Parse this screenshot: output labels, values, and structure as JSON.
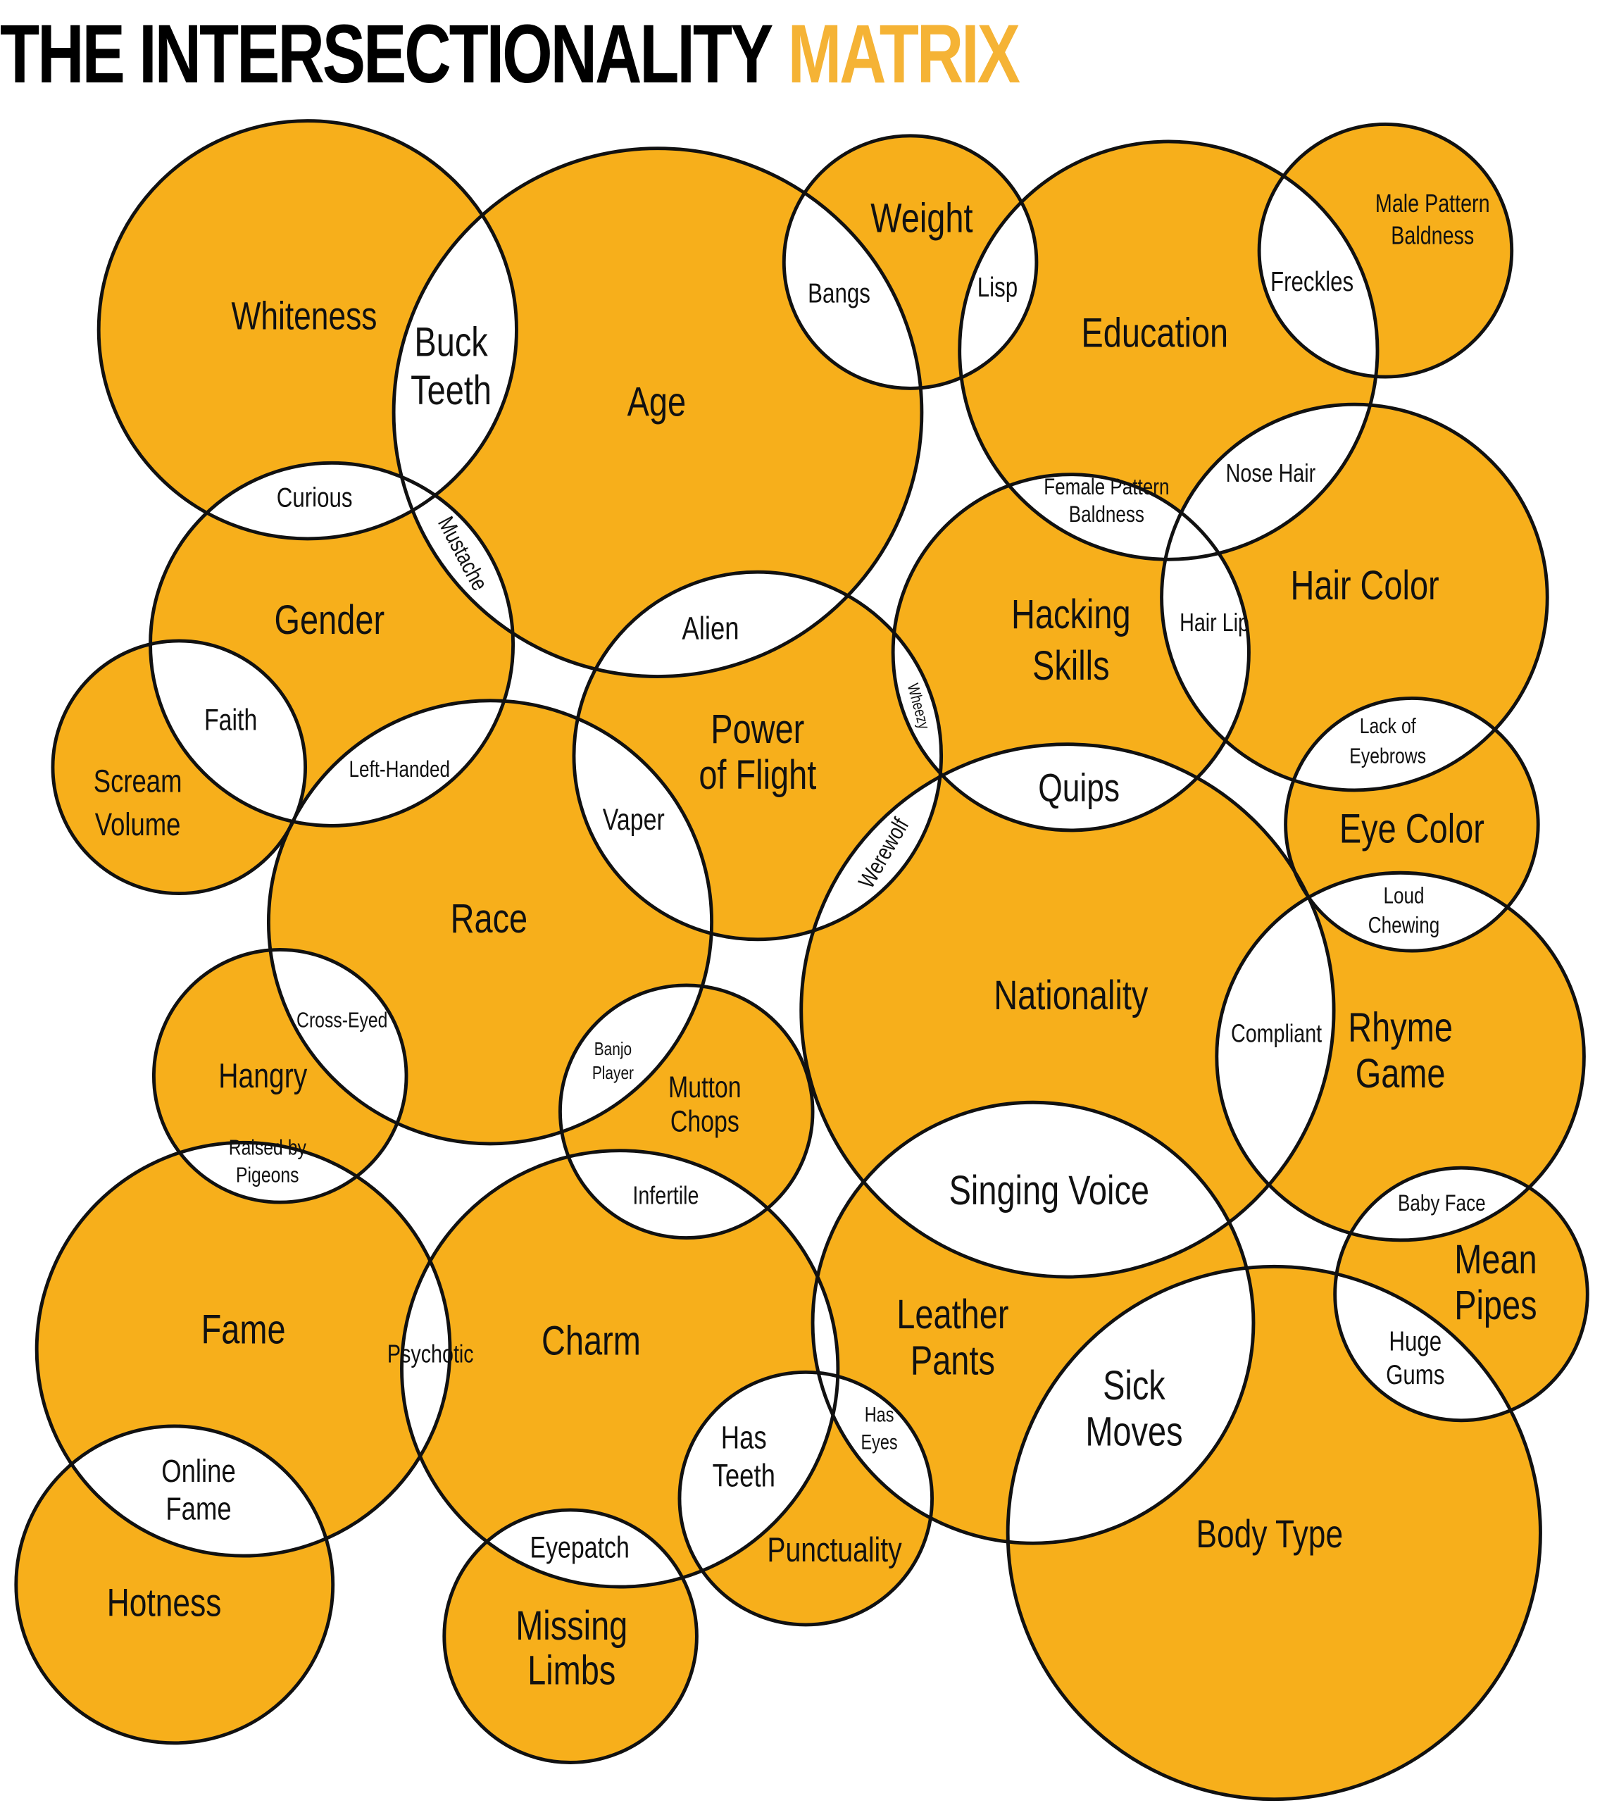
{
  "title": {
    "main": "THE INTERSECTIONALITY",
    "accent": "MATRIX"
  },
  "colors": {
    "circle_fill": "#F7AF1B",
    "title_accent": "#F5B335",
    "overlap": "#FFFFFF",
    "stroke": "#111111"
  },
  "labels": {
    "whiteness": [
      "Whiteness"
    ],
    "buck_teeth": [
      "Buck",
      "Teeth"
    ],
    "age": [
      "Age"
    ],
    "bangs": [
      "Bangs"
    ],
    "weight": [
      "Weight"
    ],
    "lisp": [
      "Lisp"
    ],
    "education": [
      "Education"
    ],
    "freckles": [
      "Freckles"
    ],
    "male_pattern_baldness": [
      "Male Pattern",
      "Baldness"
    ],
    "curious": [
      "Curious"
    ],
    "mustache": [
      "Mustache"
    ],
    "gender": [
      "Gender"
    ],
    "faith": [
      "Faith"
    ],
    "left_handed": [
      "Left-Handed"
    ],
    "scream_volume": [
      "Scream",
      "Volume"
    ],
    "alien": [
      "Alien"
    ],
    "female_pattern_baldness": [
      "Female Pattern",
      "Baldness"
    ],
    "nose_hair": [
      "Nose Hair"
    ],
    "hacking_skills": [
      "Hacking",
      "Skills"
    ],
    "hair_lip": [
      "Hair Lip"
    ],
    "hair_color": [
      "Hair Color"
    ],
    "power_of_flight": [
      "Power",
      "of Flight"
    ],
    "wheezy": [
      "Wheezy"
    ],
    "vaper": [
      "Vaper"
    ],
    "quips": [
      "Quips"
    ],
    "lack_of_eyebrows": [
      "Lack of",
      "Eyebrows"
    ],
    "eye_color": [
      "Eye Color"
    ],
    "werewolf": [
      "Werewolf"
    ],
    "race": [
      "Race"
    ],
    "loud_chewing": [
      "Loud",
      "Chewing"
    ],
    "nationality": [
      "Nationality"
    ],
    "compliant": [
      "Compliant"
    ],
    "rhyme_game": [
      "Rhyme",
      "Game"
    ],
    "cross_eyed": [
      "Cross-Eyed"
    ],
    "hangry": [
      "Hangry"
    ],
    "banjo_player": [
      "Banjo",
      "Player"
    ],
    "mutton_chops": [
      "Mutton",
      "Chops"
    ],
    "raised_by_pigeons": [
      "Raised by",
      "Pigeons"
    ],
    "infertile": [
      "Infertile"
    ],
    "singing_voice": [
      "Singing Voice"
    ],
    "baby_face": [
      "Baby Face"
    ],
    "mean_pipes": [
      "Mean",
      "Pipes"
    ],
    "fame": [
      "Fame"
    ],
    "psychotic": [
      "Psychotic"
    ],
    "charm": [
      "Charm"
    ],
    "leather_pants": [
      "Leather",
      "Pants"
    ],
    "sick_moves": [
      "Sick",
      "Moves"
    ],
    "huge_gums": [
      "Huge",
      "Gums"
    ],
    "has_eyes": [
      "Has",
      "Eyes"
    ],
    "has_teeth": [
      "Has",
      "Teeth"
    ],
    "online_fame": [
      "Online",
      "Fame"
    ],
    "punctuality": [
      "Punctuality"
    ],
    "body_type": [
      "Body Type"
    ],
    "eyepatch": [
      "Eyepatch"
    ],
    "hotness": [
      "Hotness"
    ],
    "missing_limbs": [
      "Missing",
      "Limbs"
    ]
  }
}
